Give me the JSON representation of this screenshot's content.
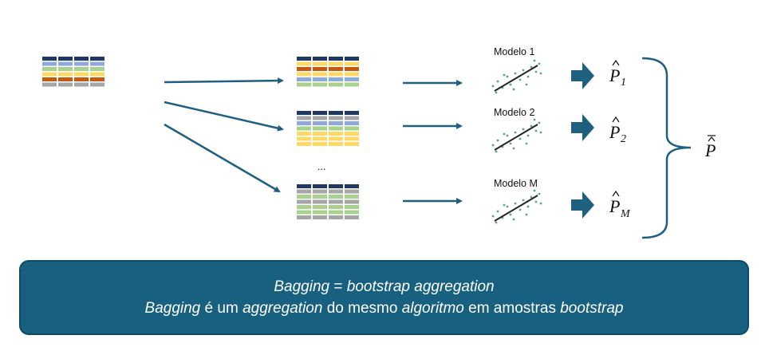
{
  "diagram": {
    "dataset_table": {
      "rows": [
        "#1f3864",
        "#8eaadb",
        "#a9d18e",
        "#ffd966",
        "#c55a11",
        "#a6a6a6"
      ]
    },
    "bootstrap_samples": [
      {
        "rows": [
          "#1f3864",
          "#ffd966",
          "#c55a11",
          "#ffd966",
          "#8eaadb",
          "#a9d18e"
        ]
      },
      {
        "rows": [
          "#1f3864",
          "#a6a6a6",
          "#8eaadb",
          "#a9d18e",
          "#ffd966",
          "#ffd966",
          "#ffd966"
        ]
      },
      {
        "rows": [
          "#1f3864",
          "#a6a6a6",
          "#a9d18e",
          "#a6a6a6",
          "#a9d18e",
          "#a9d18e",
          "#a6a6a6"
        ]
      }
    ],
    "ellipsis": "...",
    "models": [
      {
        "label": "Modelo 1",
        "prediction_base": "P",
        "prediction_sub": "1"
      },
      {
        "label": "Modelo 2",
        "prediction_base": "P",
        "prediction_sub": "2"
      },
      {
        "label": "Modelo M",
        "prediction_base": "P",
        "prediction_sub": "M"
      }
    ],
    "aggregate": {
      "symbol": "P"
    },
    "colors": {
      "arrow": "#1f5f7f",
      "scatter": "#5aa0a0",
      "fit_line": "#222222"
    }
  },
  "banner": {
    "line1": [
      {
        "text": "Bagging",
        "italic": true
      },
      {
        "text": " = ",
        "italic": false
      },
      {
        "text": "bootstrap aggregation",
        "italic": true
      }
    ],
    "line2": [
      {
        "text": "Bagging",
        "italic": true
      },
      {
        "text": " é um ",
        "italic": false
      },
      {
        "text": "aggregation",
        "italic": true
      },
      {
        "text": " do mesmo ",
        "italic": false
      },
      {
        "text": "algoritmo",
        "italic": true
      },
      {
        "text": " em amostras ",
        "italic": false
      },
      {
        "text": "bootstrap",
        "italic": true
      }
    ]
  }
}
